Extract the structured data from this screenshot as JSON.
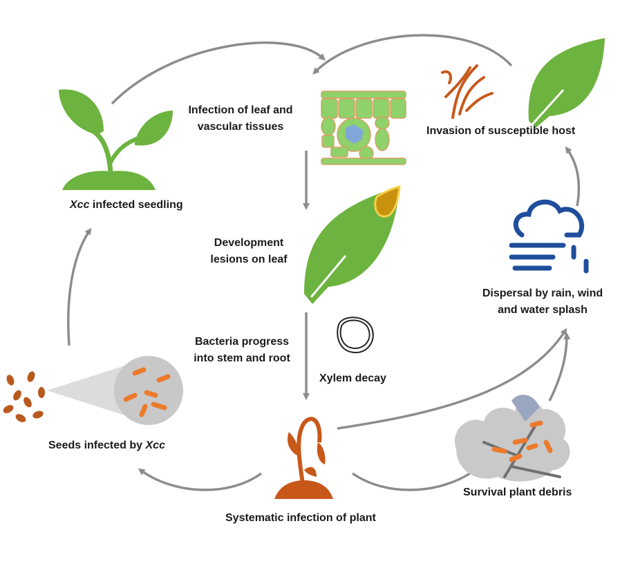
{
  "labels": {
    "seedling_italic": "Xcc",
    "seedling_rest": " infected seedling",
    "infection_l1": "Infection of leaf and",
    "infection_l2": "vascular tissues",
    "development_l1": "Development",
    "development_l2": "lesions on leaf",
    "bacteria_l1": "Bacteria progress",
    "bacteria_l2": "into stem and root",
    "xylem": "Xylem decay",
    "seeds_rest": "Seeds infected by ",
    "seeds_italic": "Xcc",
    "systematic": "Systematic infection of plant",
    "survival": "Survival plant debris",
    "dispersal_l1": "Dispersal by rain, wind",
    "dispersal_l2": "and water splash",
    "invasion": "Invasion of susceptible host"
  },
  "colors": {
    "leaf": "#6db33f",
    "arrow": "#8c8c8c",
    "bacteria": "#ec7a2c",
    "plant": "#c8581a",
    "cloud": "#1f4e9c",
    "cell": "#8fd16a"
  }
}
